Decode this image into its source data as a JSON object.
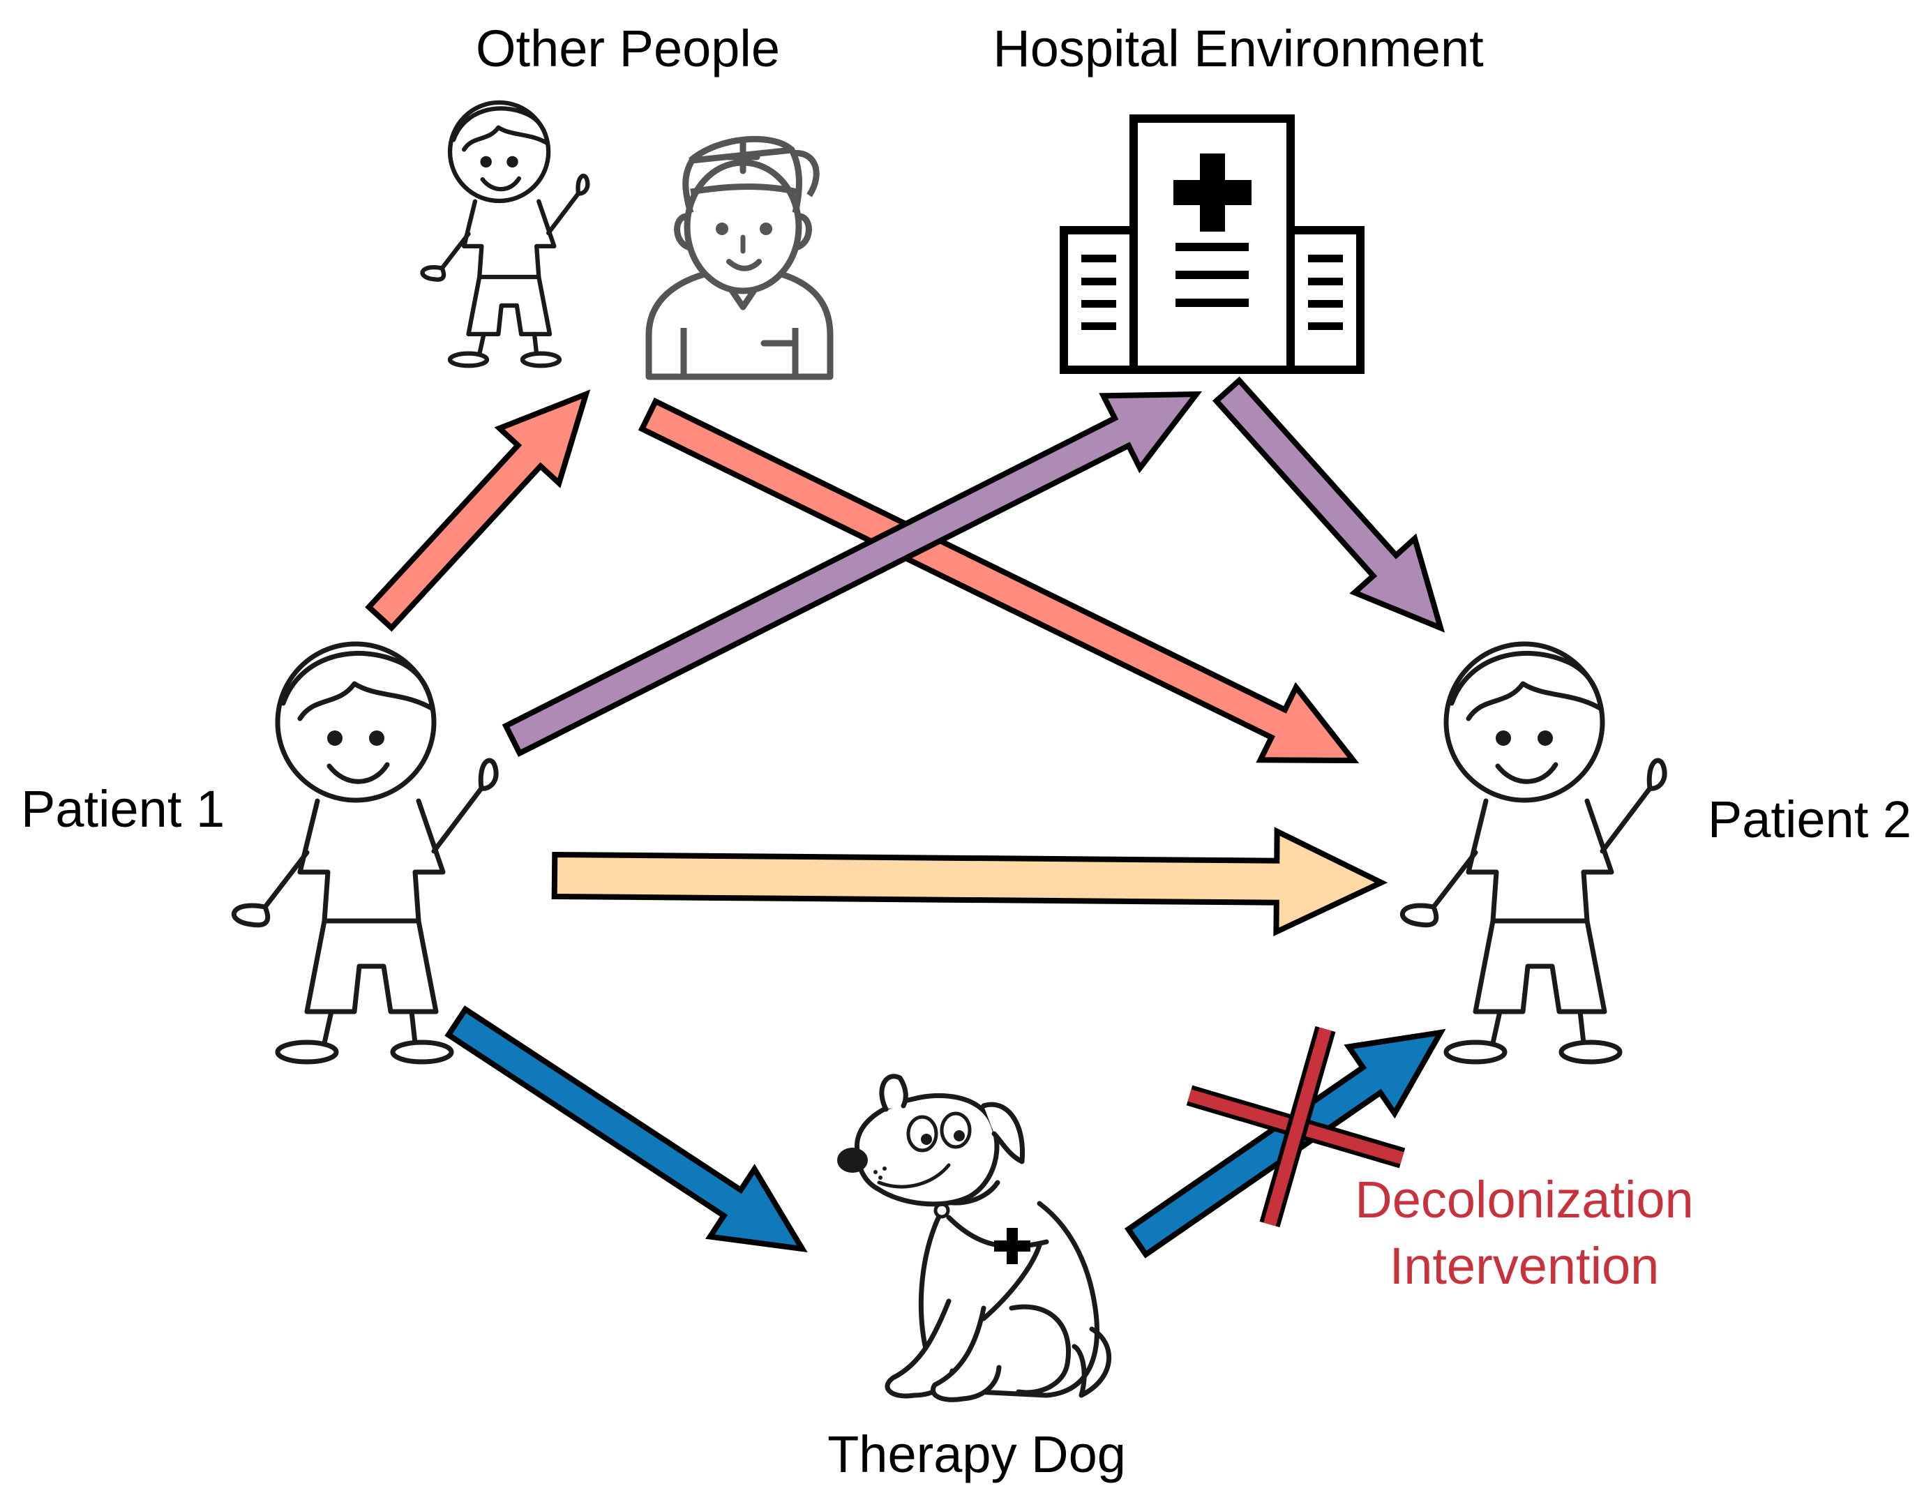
{
  "nodes": {
    "patient1": {
      "label": "Patient 1",
      "icon": "child-icon"
    },
    "patient2": {
      "label": "Patient 2",
      "icon": "child-icon"
    },
    "other_people": {
      "label": "Other People",
      "icons": [
        "child-icon",
        "nurse-icon"
      ]
    },
    "hospital": {
      "label": "Hospital Environment",
      "icon": "hospital-icon"
    },
    "therapy_dog": {
      "label": "Therapy Dog",
      "icon": "dog-icon"
    }
  },
  "intervention": {
    "line1": "Decolonization",
    "line2": "Intervention",
    "icon": "cross-out-icon",
    "color": "#c8323c"
  },
  "edges": [
    {
      "from": "patient1",
      "to": "other_people",
      "color": "#ff8c7d"
    },
    {
      "from": "other_people",
      "to": "patient2",
      "color": "#ff8c7d"
    },
    {
      "from": "patient1",
      "to": "hospital",
      "color": "#ad8bb5"
    },
    {
      "from": "hospital",
      "to": "patient2",
      "color": "#ad8bb5"
    },
    {
      "from": "patient1",
      "to": "patient2",
      "color": "#ffd9a6"
    },
    {
      "from": "patient1",
      "to": "therapy_dog",
      "color": "#1079ba"
    },
    {
      "from": "therapy_dog",
      "to": "patient2",
      "color": "#1079ba",
      "blocked": true
    }
  ]
}
